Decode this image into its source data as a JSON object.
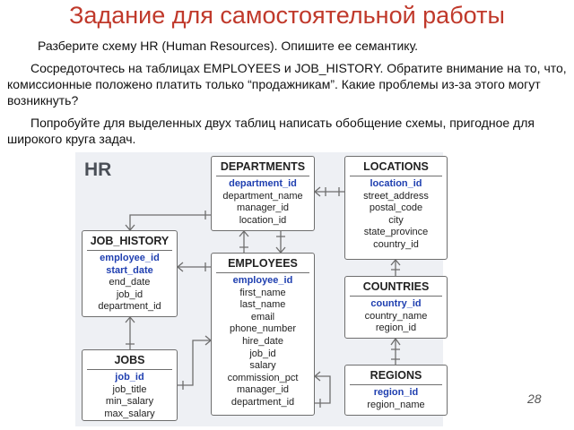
{
  "slide": {
    "title": "Задание для самостоятельной работы",
    "paragraph1": "Разберите схему HR (Human Resources). Опишите ее семантику.",
    "paragraph2": "Сосредоточтесь на таблицах EMPLOYEES и JOB_HISTORY. Обратите внимание на то, что, комиссионные положено платить только “продажникам”. Какие проблемы из-за этого могут возникнуть?",
    "paragraph3": "Попробуйте для выделенных двух таблиц написать обобщение схемы, пригодное для широкого круга задач.",
    "page_number": "28",
    "title_color": "#c0392b"
  },
  "schema": {
    "label": "HR",
    "key_color": "#1f3fb0",
    "tables": {
      "departments": {
        "name": "DEPARTMENTS",
        "keys": [
          "department_id"
        ],
        "columns": [
          "department_name",
          "manager_id",
          "location_id"
        ]
      },
      "locations": {
        "name": "LOCATIONS",
        "keys": [
          "location_id"
        ],
        "columns": [
          "street_address",
          "postal_code",
          "city",
          "state_province",
          "country_id"
        ]
      },
      "job_history": {
        "name": "JOB_HISTORY",
        "keys": [
          "employee_id",
          "start_date"
        ],
        "columns": [
          "end_date",
          "job_id",
          "department_id"
        ]
      },
      "employees": {
        "name": "EMPLOYEES",
        "keys": [
          "employee_id"
        ],
        "columns": [
          "first_name",
          "last_name",
          "email",
          "phone_number",
          "hire_date",
          "job_id",
          "salary",
          "commission_pct",
          "manager_id",
          "department_id"
        ]
      },
      "countries": {
        "name": "COUNTRIES",
        "keys": [
          "country_id"
        ],
        "columns": [
          "country_name",
          "region_id"
        ]
      },
      "jobs": {
        "name": "JOBS",
        "keys": [
          "job_id"
        ],
        "columns": [
          "job_title",
          "min_salary",
          "max_salary"
        ]
      },
      "regions": {
        "name": "REGIONS",
        "keys": [
          "region_id"
        ],
        "columns": [
          "region_name"
        ]
      }
    }
  }
}
